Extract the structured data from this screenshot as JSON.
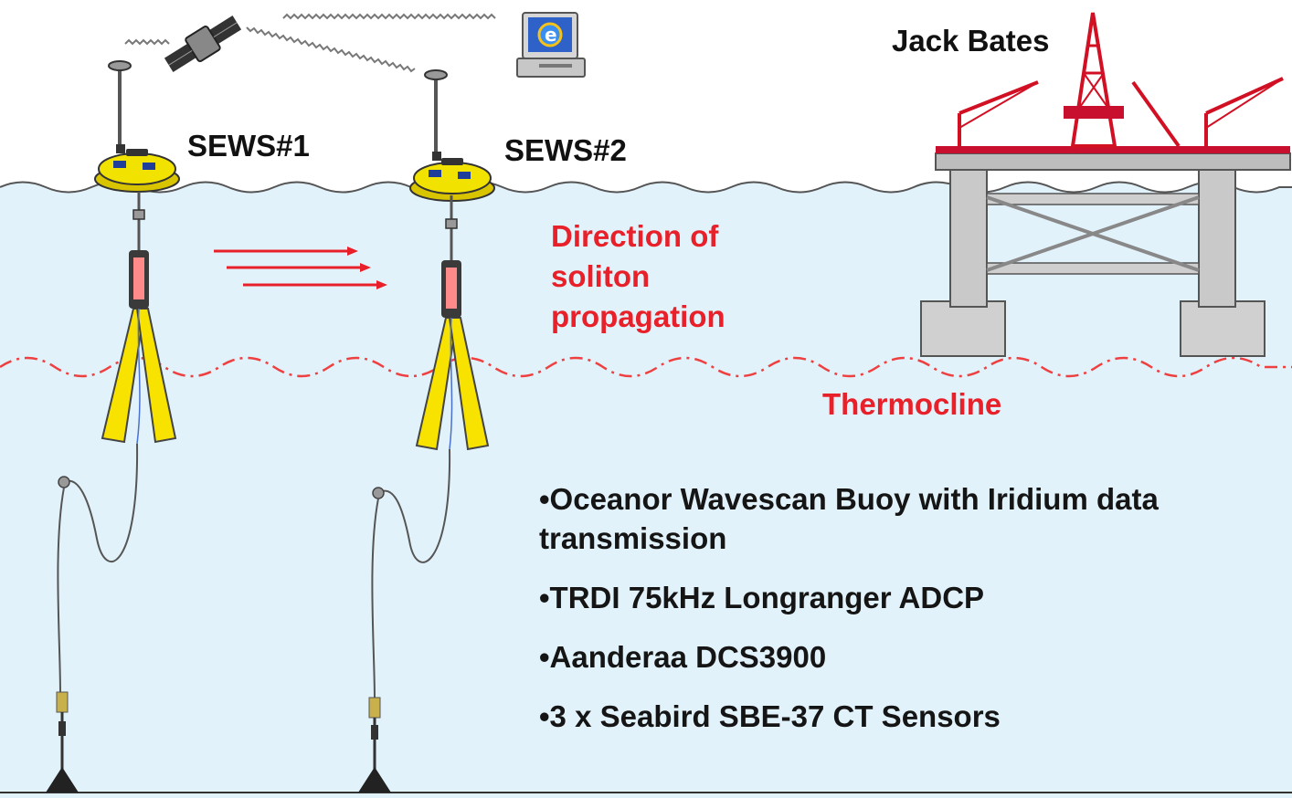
{
  "labels": {
    "sews1": "SEWS#1",
    "sews2": "SEWS#2",
    "platform": "Jack Bates",
    "direction": [
      "Direction of",
      "soliton",
      "propagation"
    ],
    "thermocline": "Thermocline"
  },
  "equipment": [
    [
      "•Oceanor Wavescan Buoy with Iridium data",
      "transmission"
    ],
    [
      "•TRDI 75kHz Longranger ADCP"
    ],
    [
      "•Aanderaa DCS3900"
    ],
    [
      "•3 x Seabird SBE-37 CT Sensors"
    ]
  ],
  "icons": [
    "satellite-icon",
    "computer-icon",
    "buoy-icon",
    "adcp-icon",
    "anchor-icon",
    "oil-platform-icon",
    "arrow-icon"
  ],
  "colors": {
    "sea": "#e2f2fa",
    "accent_red": "#e8202a",
    "buoy_yellow": "#f2e200",
    "beam_yellow": "#f7e200",
    "platform_gray": "#c9c9c9",
    "derrick_red": "#d21024"
  }
}
